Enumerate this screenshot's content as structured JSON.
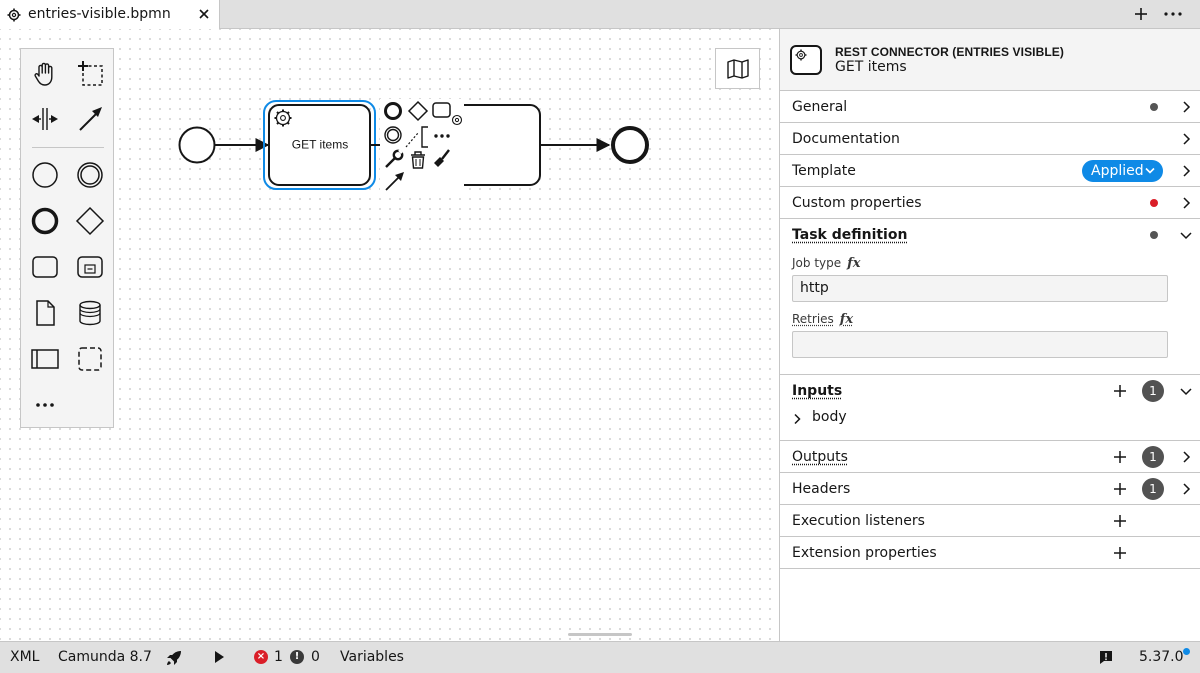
{
  "tabs": [
    {
      "name": "entries-visible.bpmn",
      "icon": "gear-icon"
    }
  ],
  "toolbar": {
    "add_icon": "plus-icon",
    "more_icon": "more-icon"
  },
  "palette": {
    "tools": [
      "hand-tool-icon",
      "lasso-tool-icon",
      "space-tool-icon",
      "connect-tool-icon",
      "start-event-icon",
      "intermediate-event-icon",
      "end-event-icon",
      "gateway-icon",
      "task-icon",
      "subprocess-icon",
      "data-object-icon",
      "data-store-icon",
      "participant-icon",
      "group-icon",
      "more-tools-icon"
    ]
  },
  "diagram": {
    "task_label": "GET items"
  },
  "panel": {
    "element_type": "REST CONNECTOR (ENTRIES VISIBLE)",
    "element_name": "GET items",
    "groups": {
      "general": "General",
      "documentation": "Documentation",
      "template": "Template",
      "template_badge": "Applied",
      "custom_properties": "Custom properties",
      "task_definition": "Task definition",
      "inputs": "Inputs",
      "outputs": "Outputs",
      "headers": "Headers",
      "execution_listeners": "Execution listeners",
      "extension_properties": "Extension properties"
    },
    "task_definition": {
      "job_type_label": "Job type",
      "job_type_value": "http",
      "retries_label": "Retries",
      "retries_value": "",
      "fx": "fx"
    },
    "inputs": {
      "count": "1",
      "items": [
        "body"
      ]
    },
    "outputs": {
      "count": "1"
    },
    "headers": {
      "count": "1"
    },
    "colors": {
      "accent": "#0f8ae6",
      "error": "#da1e28",
      "selection": "#0f8ae6"
    }
  },
  "statusbar": {
    "xml": "XML",
    "engine": "Camunda 8.7",
    "errors": "1",
    "warnings": "0",
    "variables": "Variables",
    "version": "5.37.0"
  }
}
